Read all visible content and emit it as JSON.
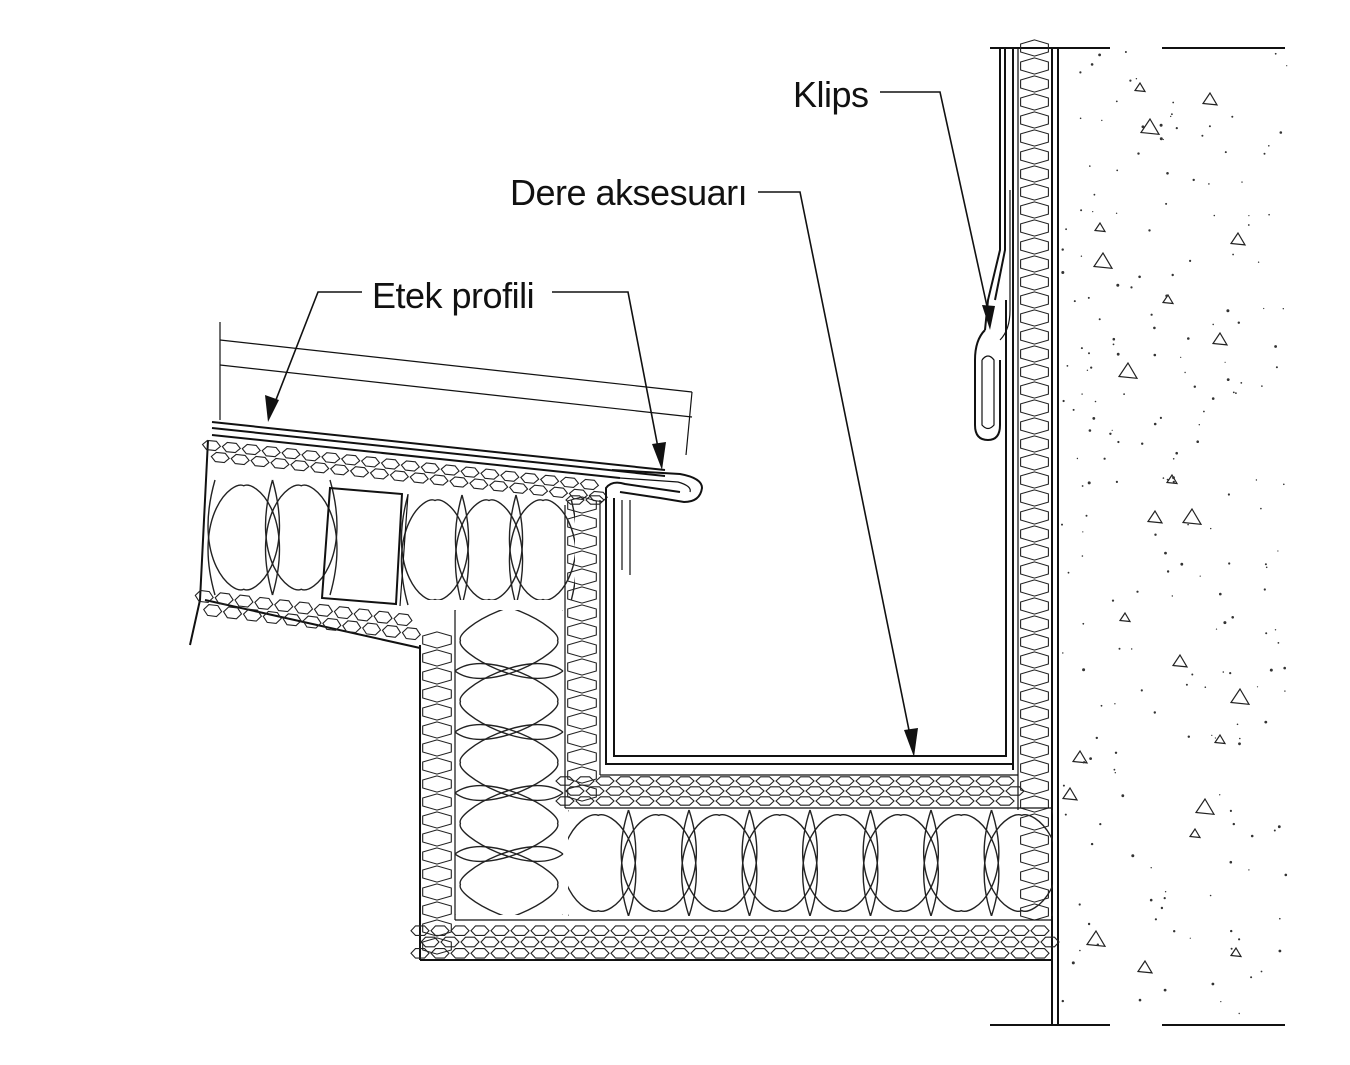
{
  "labels": {
    "clip": "Klips",
    "gutter_accessory": "Dere aksesuarı",
    "eaves_profile": "Etek profili"
  },
  "colors": {
    "line": "#111111",
    "background": "#ffffff"
  }
}
